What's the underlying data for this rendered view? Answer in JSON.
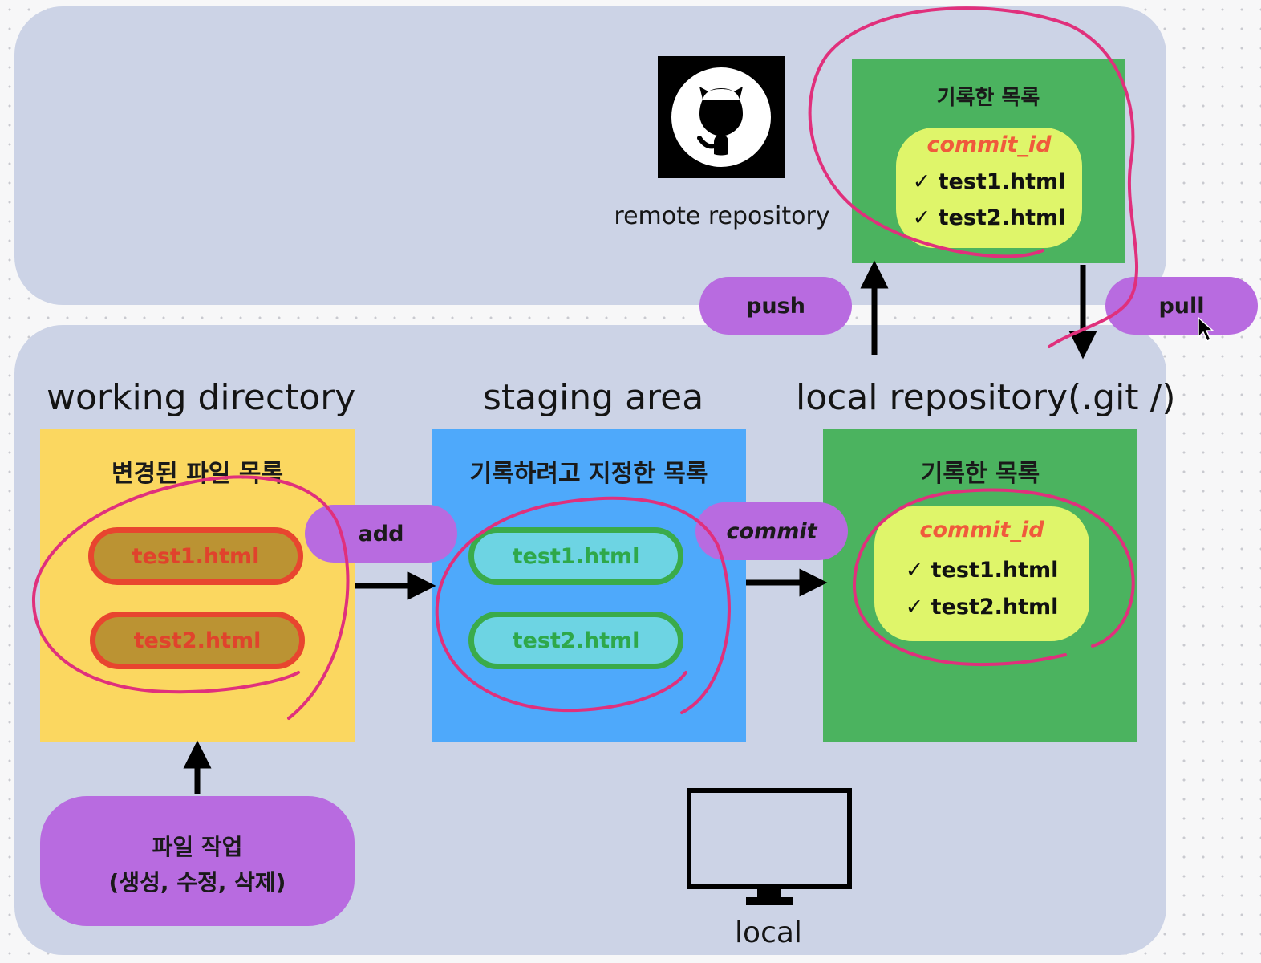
{
  "remote": {
    "label": "remote repository",
    "box_title": "기록한 목록",
    "commit_id": "commit_id",
    "files": [
      "✓ test1.html",
      "✓ test2.html"
    ]
  },
  "actions": {
    "push": "push",
    "pull": "pull",
    "add": "add",
    "commit": "commit"
  },
  "working_directory": {
    "heading": "working directory",
    "box_title": "변경된 파일 목록",
    "files": [
      "test1.html",
      "test2.html"
    ]
  },
  "staging_area": {
    "heading": "staging area",
    "box_title": "기록하려고 지정한 목록",
    "files": [
      "test1.html",
      "test2.html"
    ]
  },
  "local_repository": {
    "heading": "local repository(.git /)",
    "box_title": "기록한 목록",
    "commit_id": "commit_id",
    "files": [
      "✓ test1.html",
      "✓ test2.html"
    ]
  },
  "file_work": {
    "line1": "파일 작업",
    "line2": "(생성, 수정, 삭제)"
  },
  "local": {
    "label": "local"
  },
  "colors": {
    "panel": "#ccd3e6",
    "working_box": "#fbd760",
    "staging_box": "#4ea9fb",
    "repo_box": "#4bb35f",
    "commit_card": "#dff56a",
    "tag": "#b86be0",
    "annotation": "#e0307c"
  }
}
